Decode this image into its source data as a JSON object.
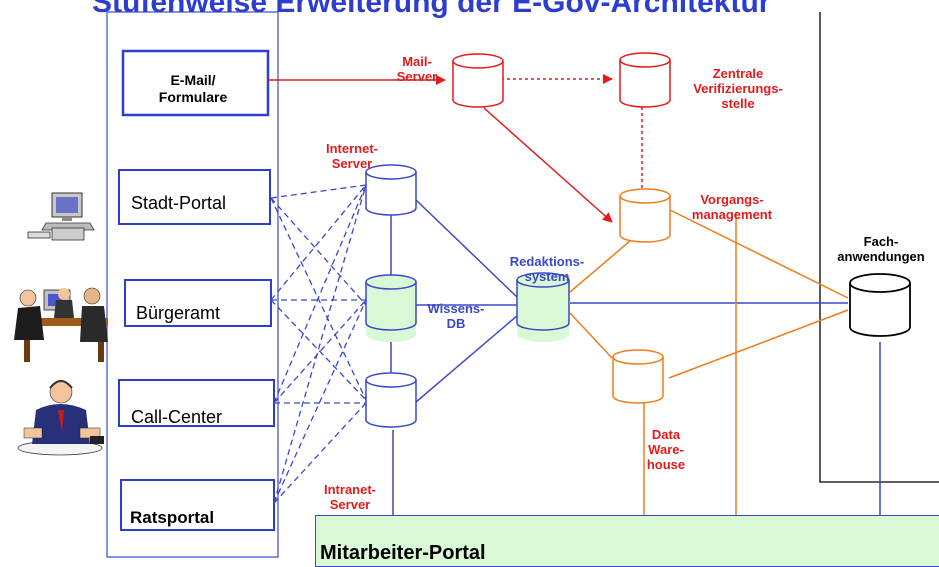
{
  "title": "Stufenweise Erweiterung der E-Gov-Architektur",
  "channels": {
    "email": [
      "E-Mail/",
      "Formulare"
    ],
    "stadtportal": "Stadt-Portal",
    "buergeramt": "Bürgeramt",
    "callcenter": "Call-Center",
    "ratsportal": "Ratsportal"
  },
  "servers": {
    "mail": [
      "Mail-",
      "Server"
    ],
    "verification": [
      "Zentrale",
      "Verifizierungs-",
      "stelle"
    ],
    "internet": [
      "Internet-",
      "Server"
    ],
    "vorgang": [
      "Vorgangs-",
      "management"
    ],
    "redaktion": [
      "Redaktions-",
      "system"
    ],
    "wissens": [
      "Wissens-",
      "DB"
    ],
    "datawarehouse": [
      "Data",
      "Ware-",
      "house"
    ],
    "intranet": [
      "Intranet-",
      "Server"
    ],
    "fach": [
      "Fach-",
      "anwendungen"
    ]
  },
  "portal_label": "Mitarbeiter-Portal",
  "colors": {
    "blue": "#3b49c8",
    "red": "#e31b1b",
    "orange": "#f07c1a",
    "green": "#d8f8d6",
    "title": "#2d3dcf"
  },
  "icons": [
    "computer-icon",
    "office-workers-icon",
    "call-center-agent-icon"
  ]
}
